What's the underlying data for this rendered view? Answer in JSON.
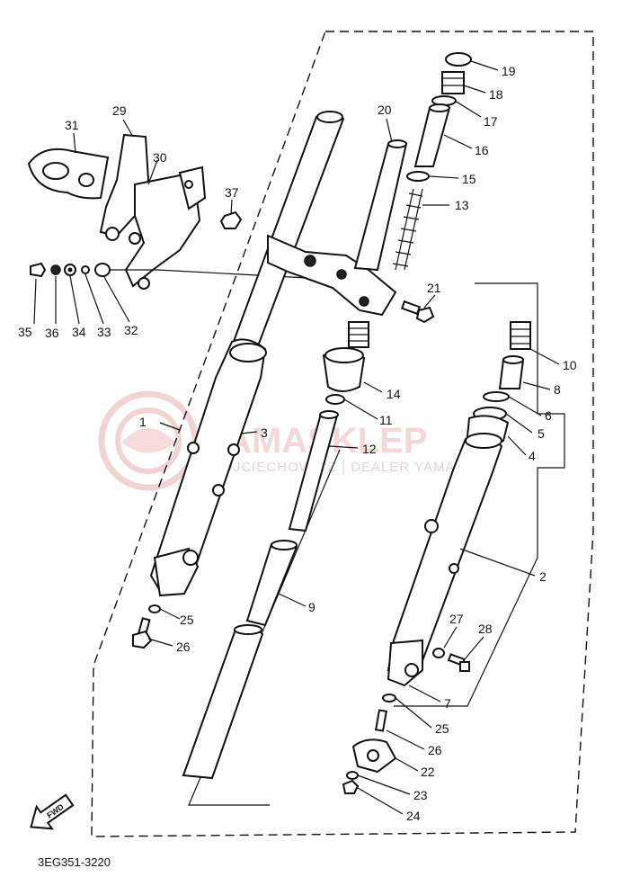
{
  "watermark": {
    "brand": "YAMASKLEP",
    "subtitle": "WOJCIECHOWICZ | DEALER YAMAHA"
  },
  "diagram_code": "3EG351-3220",
  "fwd_label": "FWD",
  "callouts": [
    {
      "id": "c19",
      "text": "19"
    },
    {
      "id": "c18",
      "text": "18"
    },
    {
      "id": "c17",
      "text": "17"
    },
    {
      "id": "c16",
      "text": "16"
    },
    {
      "id": "c15",
      "text": "15"
    },
    {
      "id": "c13",
      "text": "13"
    },
    {
      "id": "c20",
      "text": "20"
    },
    {
      "id": "c29",
      "text": "29"
    },
    {
      "id": "c31",
      "text": "31"
    },
    {
      "id": "c30",
      "text": "30"
    },
    {
      "id": "c37",
      "text": "37"
    },
    {
      "id": "c21",
      "text": "21"
    },
    {
      "id": "c35",
      "text": "35"
    },
    {
      "id": "c36",
      "text": "36"
    },
    {
      "id": "c34",
      "text": "34"
    },
    {
      "id": "c33",
      "text": "33"
    },
    {
      "id": "c32",
      "text": "32"
    },
    {
      "id": "c10",
      "text": "10"
    },
    {
      "id": "c14",
      "text": "14"
    },
    {
      "id": "c8",
      "text": "8"
    },
    {
      "id": "c6",
      "text": "6"
    },
    {
      "id": "c11",
      "text": "11"
    },
    {
      "id": "c1",
      "text": "1"
    },
    {
      "id": "c3",
      "text": "3"
    },
    {
      "id": "c5",
      "text": "5"
    },
    {
      "id": "c12",
      "text": "12"
    },
    {
      "id": "c4",
      "text": "4"
    },
    {
      "id": "c2",
      "text": "2"
    },
    {
      "id": "c9",
      "text": "9"
    },
    {
      "id": "c25a",
      "text": "25"
    },
    {
      "id": "c26a",
      "text": "26"
    },
    {
      "id": "c27",
      "text": "27"
    },
    {
      "id": "c28",
      "text": "28"
    },
    {
      "id": "c7",
      "text": "7"
    },
    {
      "id": "c25b",
      "text": "25"
    },
    {
      "id": "c26b",
      "text": "26"
    },
    {
      "id": "c22",
      "text": "22"
    },
    {
      "id": "c23",
      "text": "23"
    },
    {
      "id": "c24",
      "text": "24"
    }
  ]
}
